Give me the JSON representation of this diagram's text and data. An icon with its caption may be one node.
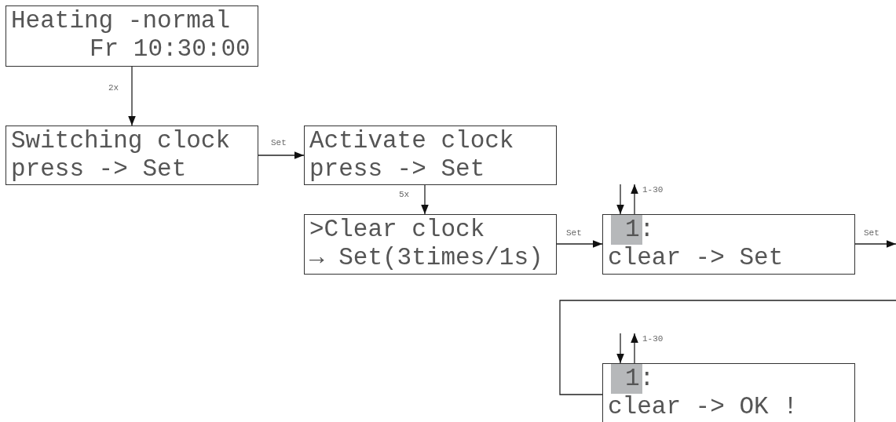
{
  "diagram": {
    "nodes": [
      {
        "text": [
          "Heating -normal",
          "Fr 10:30:00"
        ]
      },
      {
        "text": [
          "Switching clock",
          "press -> Set"
        ]
      },
      {
        "text": [
          "Activate clock",
          "press -> Set"
        ]
      },
      {
        "text": [
          ">Clear clock",
          "→ Set(3times/1s)"
        ]
      },
      {
        "text": [
          "1:",
          "clear -> Set"
        ]
      },
      {
        "text": [
          "1:",
          "clear -> OK !"
        ]
      }
    ],
    "edges": [
      {
        "from": 0,
        "to": 1,
        "arrow": "to",
        "label": "2x"
      },
      {
        "from": 1,
        "to": 2,
        "arrow": "to",
        "label": "Set"
      },
      {
        "from": 2,
        "to": 3,
        "arrow": "to",
        "label": "5x"
      },
      {
        "from": 3,
        "to": 4,
        "arrow": "to",
        "label": "Set"
      },
      {
        "from": 4,
        "to": null,
        "arrow": "to",
        "label": "Set"
      },
      {
        "from": null,
        "to": 4,
        "arrow": "to"
      },
      {
        "from": 4,
        "to": null,
        "arrow": "to",
        "label": "1-30"
      },
      {
        "from": null,
        "to": 5,
        "arrow": "none"
      },
      {
        "from": null,
        "to": 5,
        "arrow": "to"
      },
      {
        "from": 5,
        "to": null,
        "arrow": "to",
        "label": "1-30"
      }
    ]
  }
}
